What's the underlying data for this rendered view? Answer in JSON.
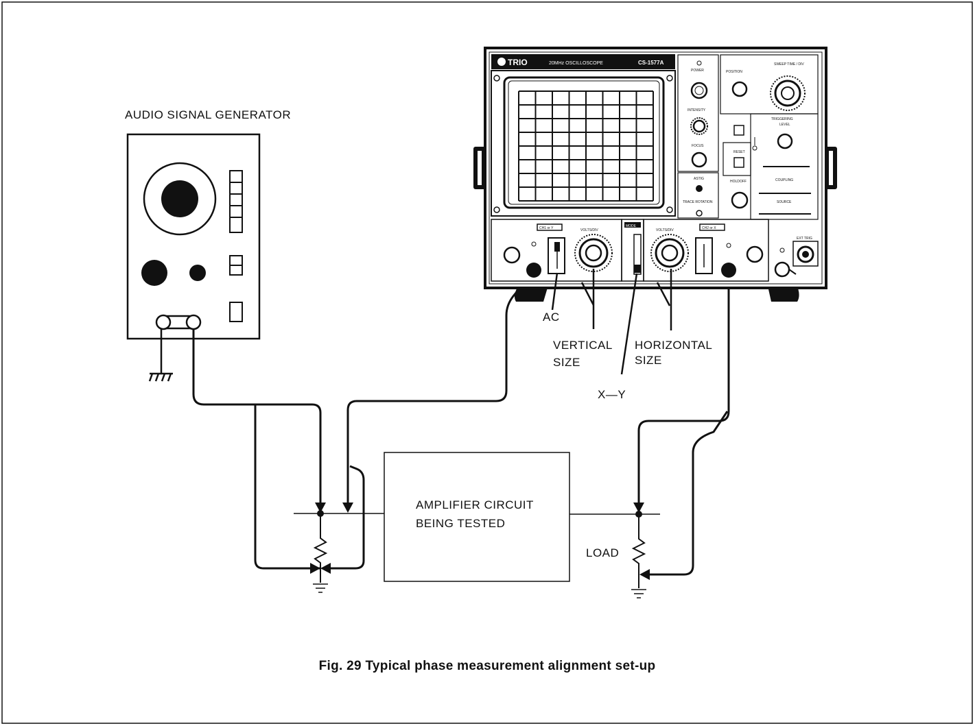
{
  "labels": {
    "audio_generator": "AUDIO SIGNAL GENERATOR",
    "ac": "AC",
    "vertical_size_1": "VERTICAL",
    "vertical_size_2": "SIZE",
    "horizontal_size_1": "HORIZONTAL",
    "horizontal_size_2": "SIZE",
    "xy": "X—Y",
    "amplifier_1": "AMPLIFIER CIRCUIT",
    "amplifier_2": "BEING TESTED",
    "load": "LOAD"
  },
  "oscilloscope": {
    "brand": "TRIO",
    "model_text": "20MHz OSCILLOSCOPE",
    "model_number": "CS-1577A",
    "power": "POWER",
    "position": "POSITION",
    "sweep_time": "SWEEP TIME / DIV",
    "intensity": "INTENSITY",
    "focus": "FOCUS",
    "astig": "ASTIG",
    "trace_rotation": "TRACE ROTATION",
    "triggering": "TRIGGERING",
    "level": "LEVEL",
    "reset": "RESET",
    "coupling": "COUPLING",
    "source": "SOURCE",
    "holdoff": "HOLDOFF",
    "ch1": "CH1 or Y",
    "ch2": "CH2 or X",
    "volts_div": "VOLTS/DIV",
    "mode": "MODE",
    "ext_trig": "EXT TRIG"
  },
  "caption": "Fig. 29  Typical phase measurement alignment set-up",
  "colors": {
    "ink": "#111111",
    "paper": "#ffffff"
  }
}
